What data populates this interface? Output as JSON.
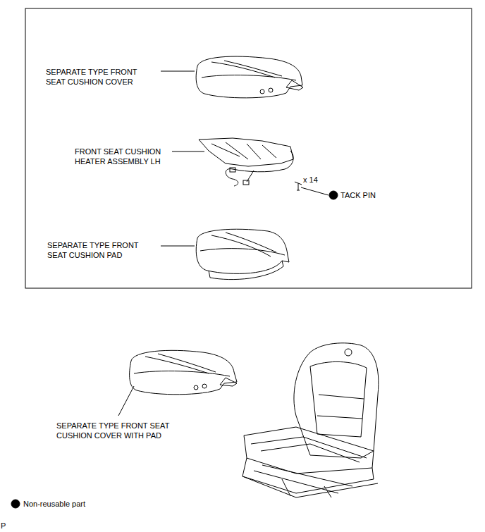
{
  "diagram": {
    "labels": [
      "SEPARATE TYPE FRONT SEAT CUSHION COVER",
      "FRONT SEAT CUSHION HEATER ASSEMBLY LH",
      "x 14",
      "TACK PIN",
      "SEPARATE TYPE FRONT SEAT CUSHION PAD",
      "SEPARATE TYPE FRONT SEAT CUSHION COVER WITH PAD",
      "P"
    ],
    "legend": [
      {
        "text": "Non-reusable part"
      }
    ]
  }
}
